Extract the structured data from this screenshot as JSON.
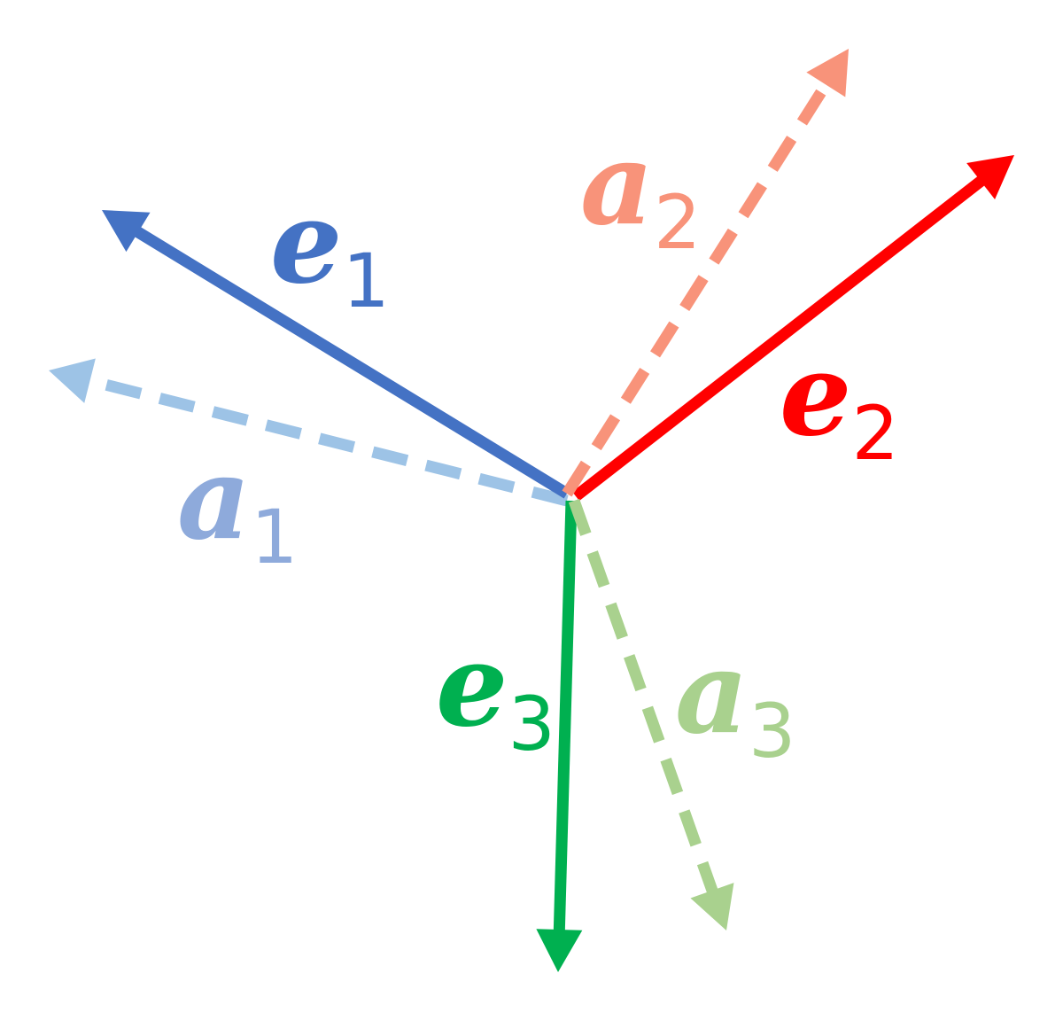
{
  "vectors": [
    {
      "id": "e1",
      "symbol": "e",
      "subscript": "1",
      "style": "solid",
      "color": "#4472c4"
    },
    {
      "id": "e2",
      "symbol": "e",
      "subscript": "2",
      "style": "solid",
      "color": "#ff0000"
    },
    {
      "id": "e3",
      "symbol": "e",
      "subscript": "3",
      "style": "solid",
      "color": "#00b050"
    },
    {
      "id": "a1",
      "symbol": "a",
      "subscript": "1",
      "style": "dashed",
      "color": "#9dc3e6"
    },
    {
      "id": "a2",
      "symbol": "a",
      "subscript": "2",
      "style": "dashed",
      "color": "#f8937a"
    },
    {
      "id": "a3",
      "symbol": "a",
      "subscript": "3",
      "style": "dashed",
      "color": "#a9d18e"
    }
  ],
  "labels": {
    "e1": {
      "symbol": "e",
      "subscript": "1"
    },
    "e2": {
      "symbol": "e",
      "subscript": "2"
    },
    "e3": {
      "symbol": "e",
      "subscript": "3"
    },
    "a1": {
      "symbol": "a",
      "subscript": "1"
    },
    "a2": {
      "symbol": "a",
      "subscript": "2"
    },
    "a3": {
      "symbol": "a",
      "subscript": "3"
    }
  }
}
